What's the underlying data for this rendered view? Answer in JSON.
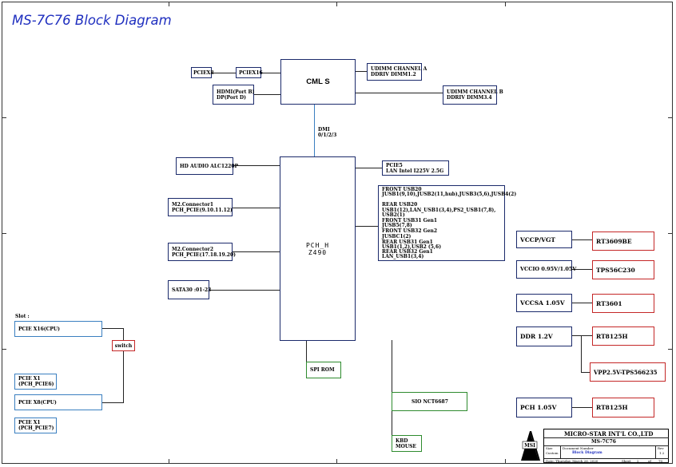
{
  "title": "MS-7C76 Block Diagram",
  "cpu": {
    "label": "CML S"
  },
  "cpu_left": {
    "pciex8": "PCIEX8",
    "pciex16": "PCIEX16",
    "display": [
      "HDMI(Port B)",
      "DP(Port D)"
    ]
  },
  "memory": {
    "channel_a": [
      "UDIMM CHANNEL A",
      "DDRIV DIMM1.2"
    ],
    "channel_b": [
      "UDIMM CHANNEL B",
      "DDRIV DIMM3.4"
    ]
  },
  "dmi": {
    "lines": [
      "DMI",
      "0/1/2/3"
    ]
  },
  "pch": {
    "lines": [
      "PCH_H",
      "Z490"
    ]
  },
  "pch_left": {
    "hd_audio": "HD AUDIO ALC1220P",
    "m2_1": [
      "M2.Connector1",
      "PCH_PCIE(9.10.11.12)"
    ],
    "m2_2": [
      "M2.Connector2",
      "PCH_PCIE(17.18.19.20)"
    ],
    "sata": "SATA30 :01-23"
  },
  "lan": {
    "lines": [
      "PCIE5",
      "LAN Intel I225V 2.5G"
    ]
  },
  "usb": {
    "lines": [
      "FRONT USB20",
      "JUSB1(9,10),JUSB2(11,hub),JUSB3(5,6),JUSB4(2)",
      "",
      "REAR USB20",
      "USB1(12),LAN_USB1(3,4),PS2_USB1(7,8),",
      "USB2(1)",
      "FRONT USB31 Gen1",
      "JUSB5(7,8)",
      "FRONT USB32 Gen2",
      "JUSBC1(2)",
      "REAR USB31 Gen1",
      "USB1(1,2),USB2 (5,6)",
      "REAR USB32 Gen1",
      "LAN_USB1(3,4)"
    ]
  },
  "spi": "SPI ROM",
  "sio": "SIO NCT6687",
  "kbd": [
    "KBD",
    "MOUSE"
  ],
  "slots": {
    "header": "Slot :",
    "pcie_x16": "PCIE X16(CPU)",
    "pcie_x1_a": [
      "PCIE X1",
      "(PCH_PCIE6)"
    ],
    "pcie_x8": "PCIE X8(CPU)",
    "pcie_x1_b": [
      "PCIE X1",
      "(PCH_PCIE7)"
    ],
    "switch": "switch"
  },
  "power": [
    {
      "rail": "VCCP/VGT",
      "ic": "RT3609BE"
    },
    {
      "rail": "VCCIO 0.95V/1.05V",
      "ic": "TPS56C230"
    },
    {
      "rail": "VCCSA 1.05V",
      "ic": "RT3601"
    },
    {
      "rail": "DDR 1.2V",
      "ic": "RT8125H"
    },
    {
      "rail": "",
      "ic": "VPP2.5V-TPS566235"
    },
    {
      "rail": "PCH 1.05V",
      "ic": "RT8125H"
    }
  ],
  "title_block": {
    "company": "MICRO-STAR INT'L CO.,LTD",
    "model": "MS-7C76",
    "logo_text": "MSI",
    "size_label": "Size",
    "size_value": "Custom",
    "doc_label": "Document Number",
    "doc_value": "Block Diagram",
    "rev_label": "Rev",
    "rev_value": "1.2",
    "date_text": "Date: Thursday, March 26, 2020",
    "sheet_label": "Sheet",
    "sheet_value": "2",
    "of_label": "of",
    "of_value": "70"
  }
}
